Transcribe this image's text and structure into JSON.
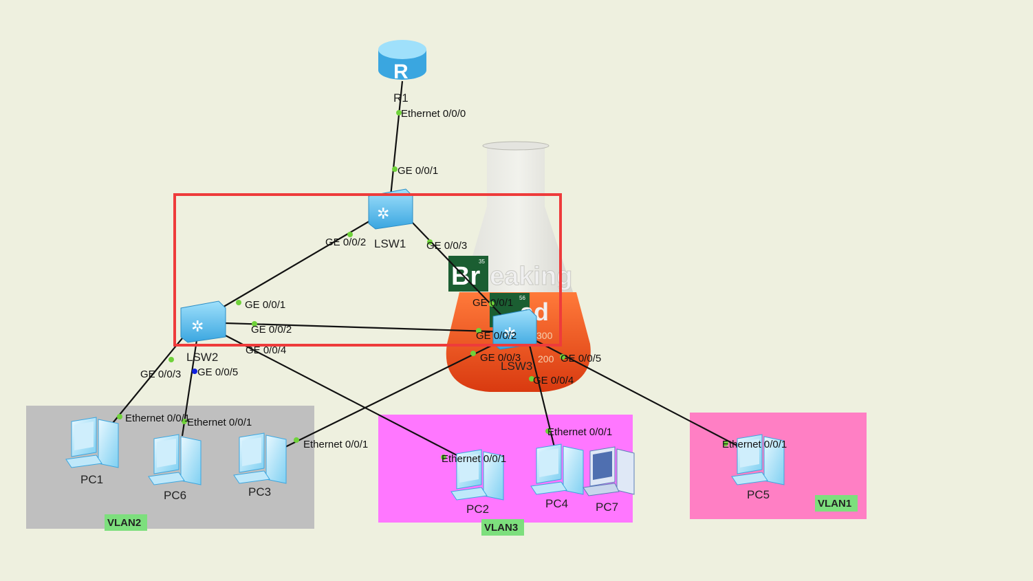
{
  "devices": {
    "r1": {
      "label": "R1",
      "icon": "router-icon"
    },
    "lsw1": {
      "label": "LSW1",
      "icon": "switch-icon"
    },
    "lsw2": {
      "label": "LSW2",
      "icon": "switch-icon"
    },
    "lsw3": {
      "label": "LSW3",
      "icon": "switch-icon"
    },
    "pc1": {
      "label": "PC1",
      "icon": "pc-icon"
    },
    "pc2": {
      "label": "PC2",
      "icon": "pc-icon"
    },
    "pc3": {
      "label": "PC3",
      "icon": "pc-icon"
    },
    "pc4": {
      "label": "PC4",
      "icon": "pc-icon"
    },
    "pc5": {
      "label": "PC5",
      "icon": "pc-icon"
    },
    "pc6": {
      "label": "PC6",
      "icon": "pc-icon"
    },
    "pc7": {
      "label": "PC7",
      "icon": "pc-icon"
    }
  },
  "ports": {
    "r1_eth": "Ethernet 0/0/0",
    "lsw1_g1": "GE 0/0/1",
    "lsw1_g2": "GE 0/0/2",
    "lsw1_g3": "GE 0/0/3",
    "lsw2_g1": "GE 0/0/1",
    "lsw2_g2": "GE 0/0/2",
    "lsw2_g3": "GE 0/0/3",
    "lsw2_g4": "GE 0/0/4",
    "lsw2_g5": "GE 0/0/5",
    "lsw3_g1": "GE 0/0/1",
    "lsw3_g2": "GE 0/0/2",
    "lsw3_g3": "GE 0/0/3",
    "lsw3_g4": "GE 0/0/4",
    "lsw3_g5": "GE 0/0/5",
    "pc1_eth": "Ethernet 0/0/1",
    "pc6_eth": "Ethernet 0/0/1",
    "pc3_eth": "Ethernet 0/0/1",
    "pc2_eth": "Ethernet 0/0/1",
    "pc4_eth": "Ethernet 0/0/1",
    "pc5_eth": "Ethernet 0/0/1"
  },
  "vlans": {
    "vlan1": "VLAN1",
    "vlan2": "VLAN2",
    "vlan3": "VLAN3"
  },
  "background": {
    "logo_br": "Br",
    "logo_br_num": "35",
    "logo_ba_num": "56",
    "logo_text1": "eaking",
    "logo_text2": "ad",
    "beaker_marks": [
      "300",
      "200"
    ]
  },
  "colors": {
    "canvas": "#eef0df",
    "vlan2_area": "#bfbfbf",
    "vlan3_area": "#ff77ff",
    "vlan1_area": "#ff7fc4",
    "vlan_tag": "#7ddf7d",
    "highlight_box": "#ee3b3b",
    "port_dot": "#6fd23a",
    "port_dot_blue": "#1020e0",
    "switch": "#6fc9f2",
    "router": "#5cc4f0",
    "logo_green": "#1b5e32"
  }
}
